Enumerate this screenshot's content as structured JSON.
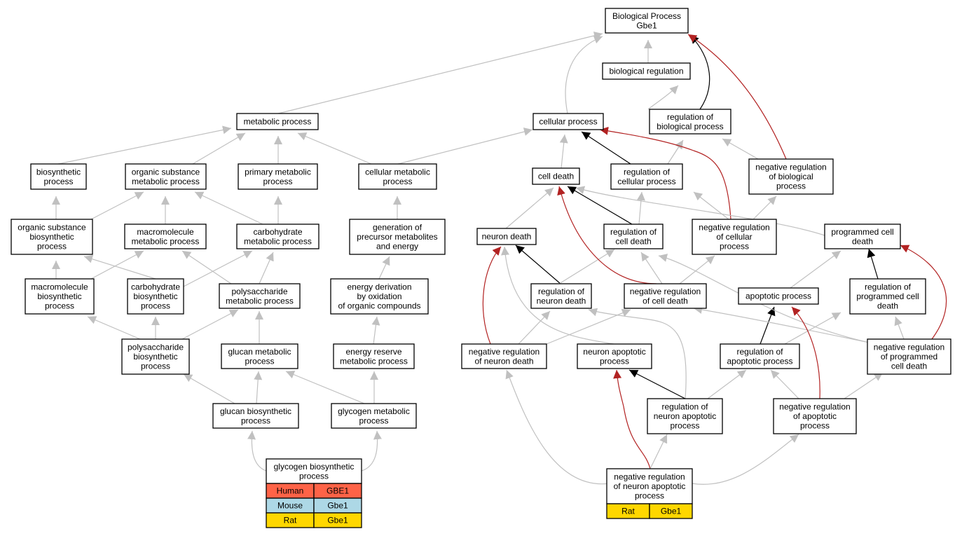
{
  "edge_colors": {
    "gray": "#c0c0c0",
    "black": "#000000",
    "red": "#b22222"
  },
  "organism_colors": {
    "Human": "#ff6347",
    "Mouse": "#add8e6",
    "Rat": "#ffd700"
  },
  "nodes": {
    "bp": [
      "Biological Process",
      "Gbe1"
    ],
    "biolreg": [
      "biological regulation"
    ],
    "regbio": [
      "regulation of",
      "biological process"
    ],
    "negbio": [
      "negative regulation",
      "of biological",
      "process"
    ],
    "cellproc": [
      "cellular process"
    ],
    "metab": [
      "metabolic process"
    ],
    "biosyn": [
      "biosynthetic",
      "process"
    ],
    "orgsub": [
      "organic substance",
      "metabolic process"
    ],
    "primmet": [
      "primary metabolic",
      "process"
    ],
    "cellmet": [
      "cellular metabolic",
      "process"
    ],
    "orgsubbio": [
      "organic substance",
      "biosynthetic",
      "process"
    ],
    "macromet": [
      "macromolecule",
      "metabolic process"
    ],
    "carbmet": [
      "carbohydrate",
      "metabolic process"
    ],
    "genprec": [
      "generation of",
      "precursor metabolites",
      "and energy"
    ],
    "macrobio": [
      "macromolecule",
      "biosynthetic",
      "process"
    ],
    "carbbio": [
      "carbohydrate",
      "biosynthetic",
      "process"
    ],
    "polymet": [
      "polysaccharide",
      "metabolic process"
    ],
    "energyder": [
      "energy derivation",
      "by oxidation",
      "of organic compounds"
    ],
    "polybio": [
      "polysaccharide",
      "biosynthetic",
      "process"
    ],
    "glucanmet": [
      "glucan metabolic",
      "process"
    ],
    "energyres": [
      "energy reserve",
      "metabolic process"
    ],
    "glucanbio": [
      "glucan biosynthetic",
      "process"
    ],
    "glycmet": [
      "glycogen metabolic",
      "process"
    ],
    "glycbio": [
      "glycogen biosynthetic",
      "process"
    ],
    "celldeath": [
      "cell death"
    ],
    "regcell": [
      "regulation of",
      "cellular process"
    ],
    "neurondeath": [
      "neuron death"
    ],
    "regcelldeath": [
      "regulation of",
      "cell death"
    ],
    "negcellproc": [
      "negative regulation",
      "of cellular",
      "process"
    ],
    "progcell": [
      "programmed cell",
      "death"
    ],
    "regneuron": [
      "regulation of",
      "neuron death"
    ],
    "negcelldeath": [
      "negative regulation",
      "of cell death"
    ],
    "apopt": [
      "apoptotic process"
    ],
    "regprog": [
      "regulation of",
      "programmed cell",
      "death"
    ],
    "negneuron": [
      "negative regulation",
      "of neuron death"
    ],
    "neuronapopt": [
      "neuron apoptotic",
      "process"
    ],
    "regapopt": [
      "regulation of",
      "apoptotic process"
    ],
    "negprog": [
      "negative regulation",
      "of programmed",
      "cell death"
    ],
    "regneuronapopt": [
      "regulation of",
      "neuron apoptotic",
      "process"
    ],
    "negapopt": [
      "negative regulation",
      "of apoptotic",
      "process"
    ],
    "negneuronapopt": [
      "negative regulation",
      "of neuron apoptotic",
      "process"
    ]
  },
  "annotation_tables": {
    "glycbio": [
      [
        "Human",
        "GBE1"
      ],
      [
        "Mouse",
        "Gbe1"
      ],
      [
        "Rat",
        "Gbe1"
      ]
    ],
    "negneuronapopt": [
      [
        "Rat",
        "Gbe1"
      ]
    ]
  }
}
